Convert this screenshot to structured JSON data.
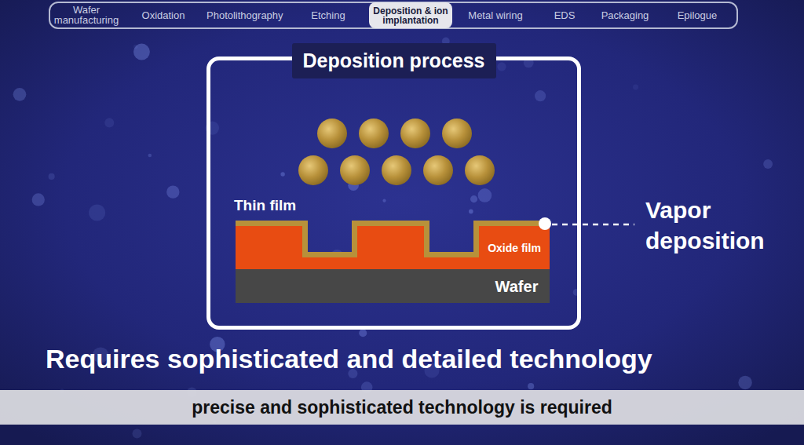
{
  "diagram": {
    "nodes": [
      {
        "text": [
          "Wafer manufacturing",
          "Oxidation",
          "Photolithography",
          "Etching",
          "Metal wiring",
          "EDS",
          "Packaging",
          "Epilogue"
        ]
      },
      {
        "text": [
          "Deposition & ion implantation"
        ],
        "in": 0
      },
      {
        "text": [
          "Deposition process"
        ]
      },
      {
        "text": [
          "precise and sophisticated technology is required"
        ]
      }
    ],
    "labels": [
      "Thin film",
      "Oxide film",
      "Wafer",
      "Vapor deposition",
      "Requires sophisticated and detailed technology"
    ]
  }
}
